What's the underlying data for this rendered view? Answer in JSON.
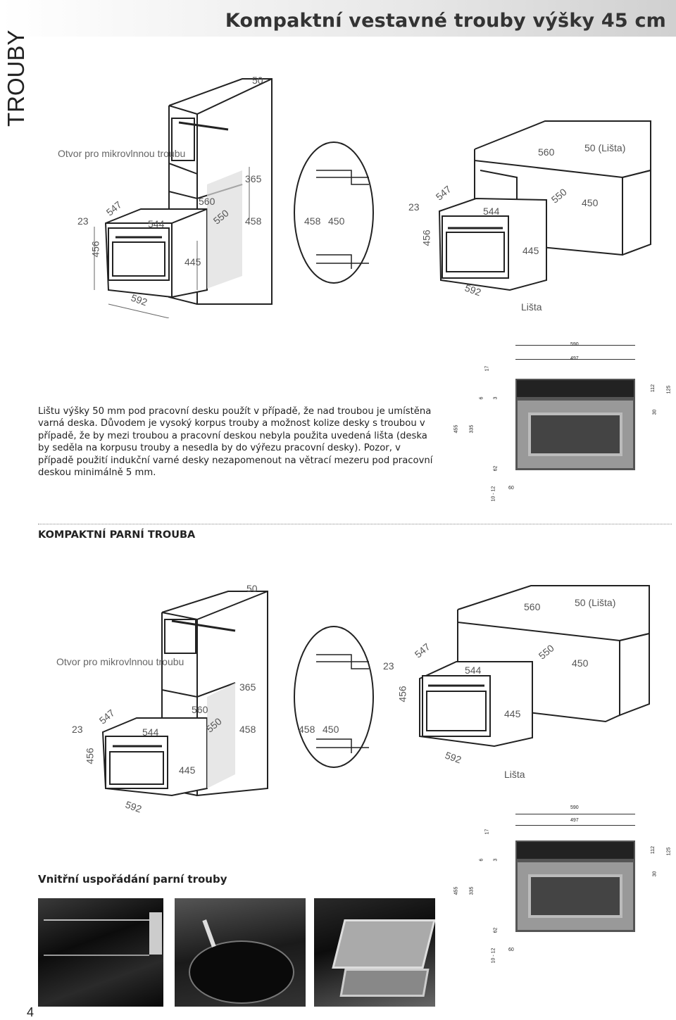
{
  "header": {
    "title": "Kompaktní vestavné trouby výšky 45 cm"
  },
  "side_label": "TROUBY",
  "diagram1": {
    "tall_cabinet": {
      "microwave_label": "Otvor pro mikrovlnnou troubu",
      "d50": "50",
      "d365": "365",
      "d560": "560",
      "d550": "550",
      "d458": "458",
      "d23": "23",
      "d547": "547",
      "d544": "544",
      "d456": "456",
      "d445": "445",
      "d592": "592"
    },
    "detail": {
      "d458": "458",
      "d450": "450"
    },
    "under_counter": {
      "d560": "560",
      "d50_lista": "50 (Lišta)",
      "d23": "23",
      "d547": "547",
      "d544": "544",
      "d550": "550",
      "d450": "450",
      "d456": "456",
      "d445": "445",
      "d592": "592",
      "lista": "Lišta"
    }
  },
  "front_view_1": {
    "d590": "590",
    "d497": "497",
    "d17": "17",
    "d6": "6",
    "d3": "3",
    "d112": "112",
    "d125": "125",
    "d30": "30",
    "d455": "455",
    "d335": "335",
    "d62": "62",
    "d10_12": "10 - 12",
    "d60": "60"
  },
  "paragraph": "Lištu výšky 50 mm pod pracovní desku použít v případě, že nad troubou je umístěna varná deska. Důvodem je vysoký korpus trouby a možnost kolize desky s troubou v případě, že by mezi troubou a pracovní deskou nebyla použita uvedená lišta (deska by seděla na korpusu trouby a nesedla by do výřezu pracovní desky). Pozor, v případě použití indukční varné desky nezapomenout na větrací mezeru pod pracovní deskou minimálně 5 mm.",
  "section_title": "KOMPAKTNÍ PARNÍ TROUBA",
  "diagram2": {
    "tall_cabinet": {
      "microwave_label": "Otvor pro mikrovlnnou troubu",
      "d50": "50",
      "d365": "365",
      "d560": "560",
      "d550": "550",
      "d458": "458",
      "d23": "23",
      "d547": "547",
      "d544": "544",
      "d456": "456",
      "d445": "445",
      "d592": "592"
    },
    "detail": {
      "d458": "458",
      "d450": "450"
    },
    "under_counter": {
      "d560": "560",
      "d50_lista": "50 (Lišta)",
      "d23": "23",
      "d547": "547",
      "d544": "544",
      "d550": "550",
      "d450": "450",
      "d456": "456",
      "d445": "445",
      "d592": "592",
      "lista": "Lišta"
    }
  },
  "front_view_2": {
    "d590": "590",
    "d497": "497",
    "d17": "17",
    "d6": "6",
    "d3": "3",
    "d112": "112",
    "d125": "125",
    "d30": "30",
    "d455": "455",
    "d335": "335",
    "d62": "62",
    "d10_12": "10 - 12",
    "d60": "60"
  },
  "subsection_title": "Vnitřní uspořádání parní trouby",
  "page_number": "4"
}
